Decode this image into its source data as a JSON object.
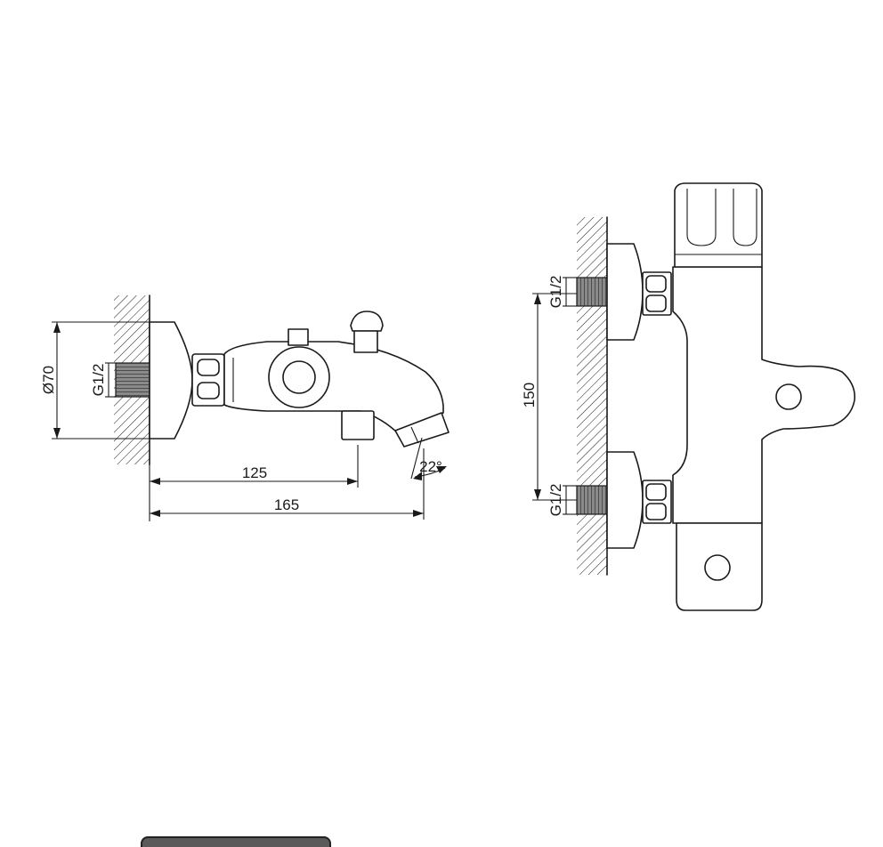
{
  "side_view": {
    "dim_diameter": "Ø70",
    "dim_thread": "G1/2",
    "dim_depth": "125",
    "dim_total": "165",
    "dim_angle": "22°"
  },
  "front_view": {
    "dim_thread_top": "G1/2",
    "dim_thread_bottom": "G1/2",
    "dim_spacing": "150"
  }
}
